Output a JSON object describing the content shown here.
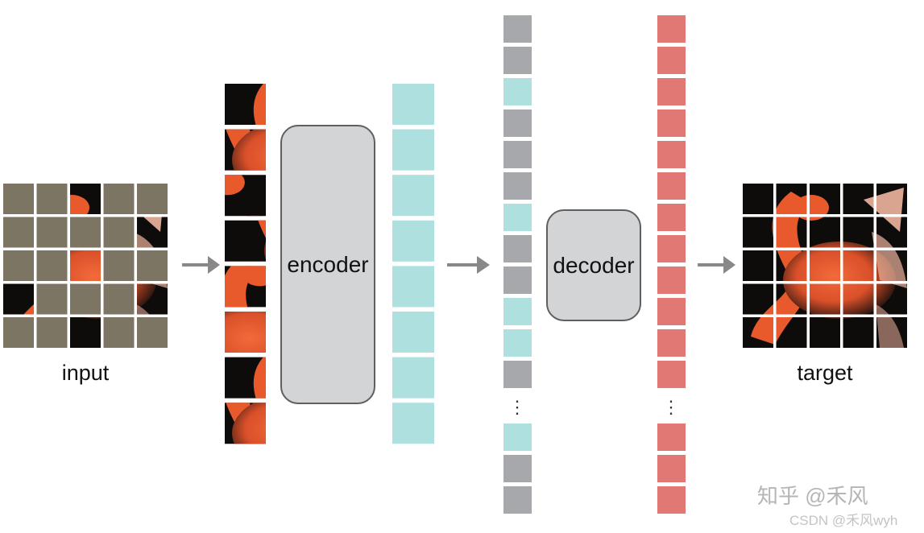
{
  "labels": {
    "input": "input",
    "encoder": "encoder",
    "decoder": "decoder",
    "target": "target"
  },
  "colors": {
    "masked_patch": "#7c7564",
    "encoded_token": "#aee0e0",
    "mask_token": "#a7a8ab",
    "output_token": "#e27873",
    "block_fill": "#d3d4d6",
    "block_border": "#5f5f5f",
    "arrow": "#888888",
    "image_dark": "#0d0c0b",
    "image_orange": "#e8592c",
    "image_light": "#f0b59e"
  },
  "input_grid": {
    "rows": 5,
    "cols": 5,
    "visible_cells": [
      [
        0,
        2
      ],
      [
        1,
        4
      ],
      [
        2,
        2
      ],
      [
        3,
        0
      ],
      [
        3,
        4
      ],
      [
        4,
        2
      ]
    ]
  },
  "visible_patch_count": 8,
  "encoder_output_count": 8,
  "decoder_input_pattern": [
    "mask",
    "mask",
    "token",
    "mask",
    "mask",
    "mask",
    "token",
    "mask",
    "mask",
    "token",
    "token",
    "mask",
    "ellipsis",
    "token",
    "mask",
    "mask"
  ],
  "ellipsis": "⋮",
  "watermarks": {
    "zhihu": "知乎 @禾风",
    "csdn": "CSDN @禾风wyh"
  }
}
